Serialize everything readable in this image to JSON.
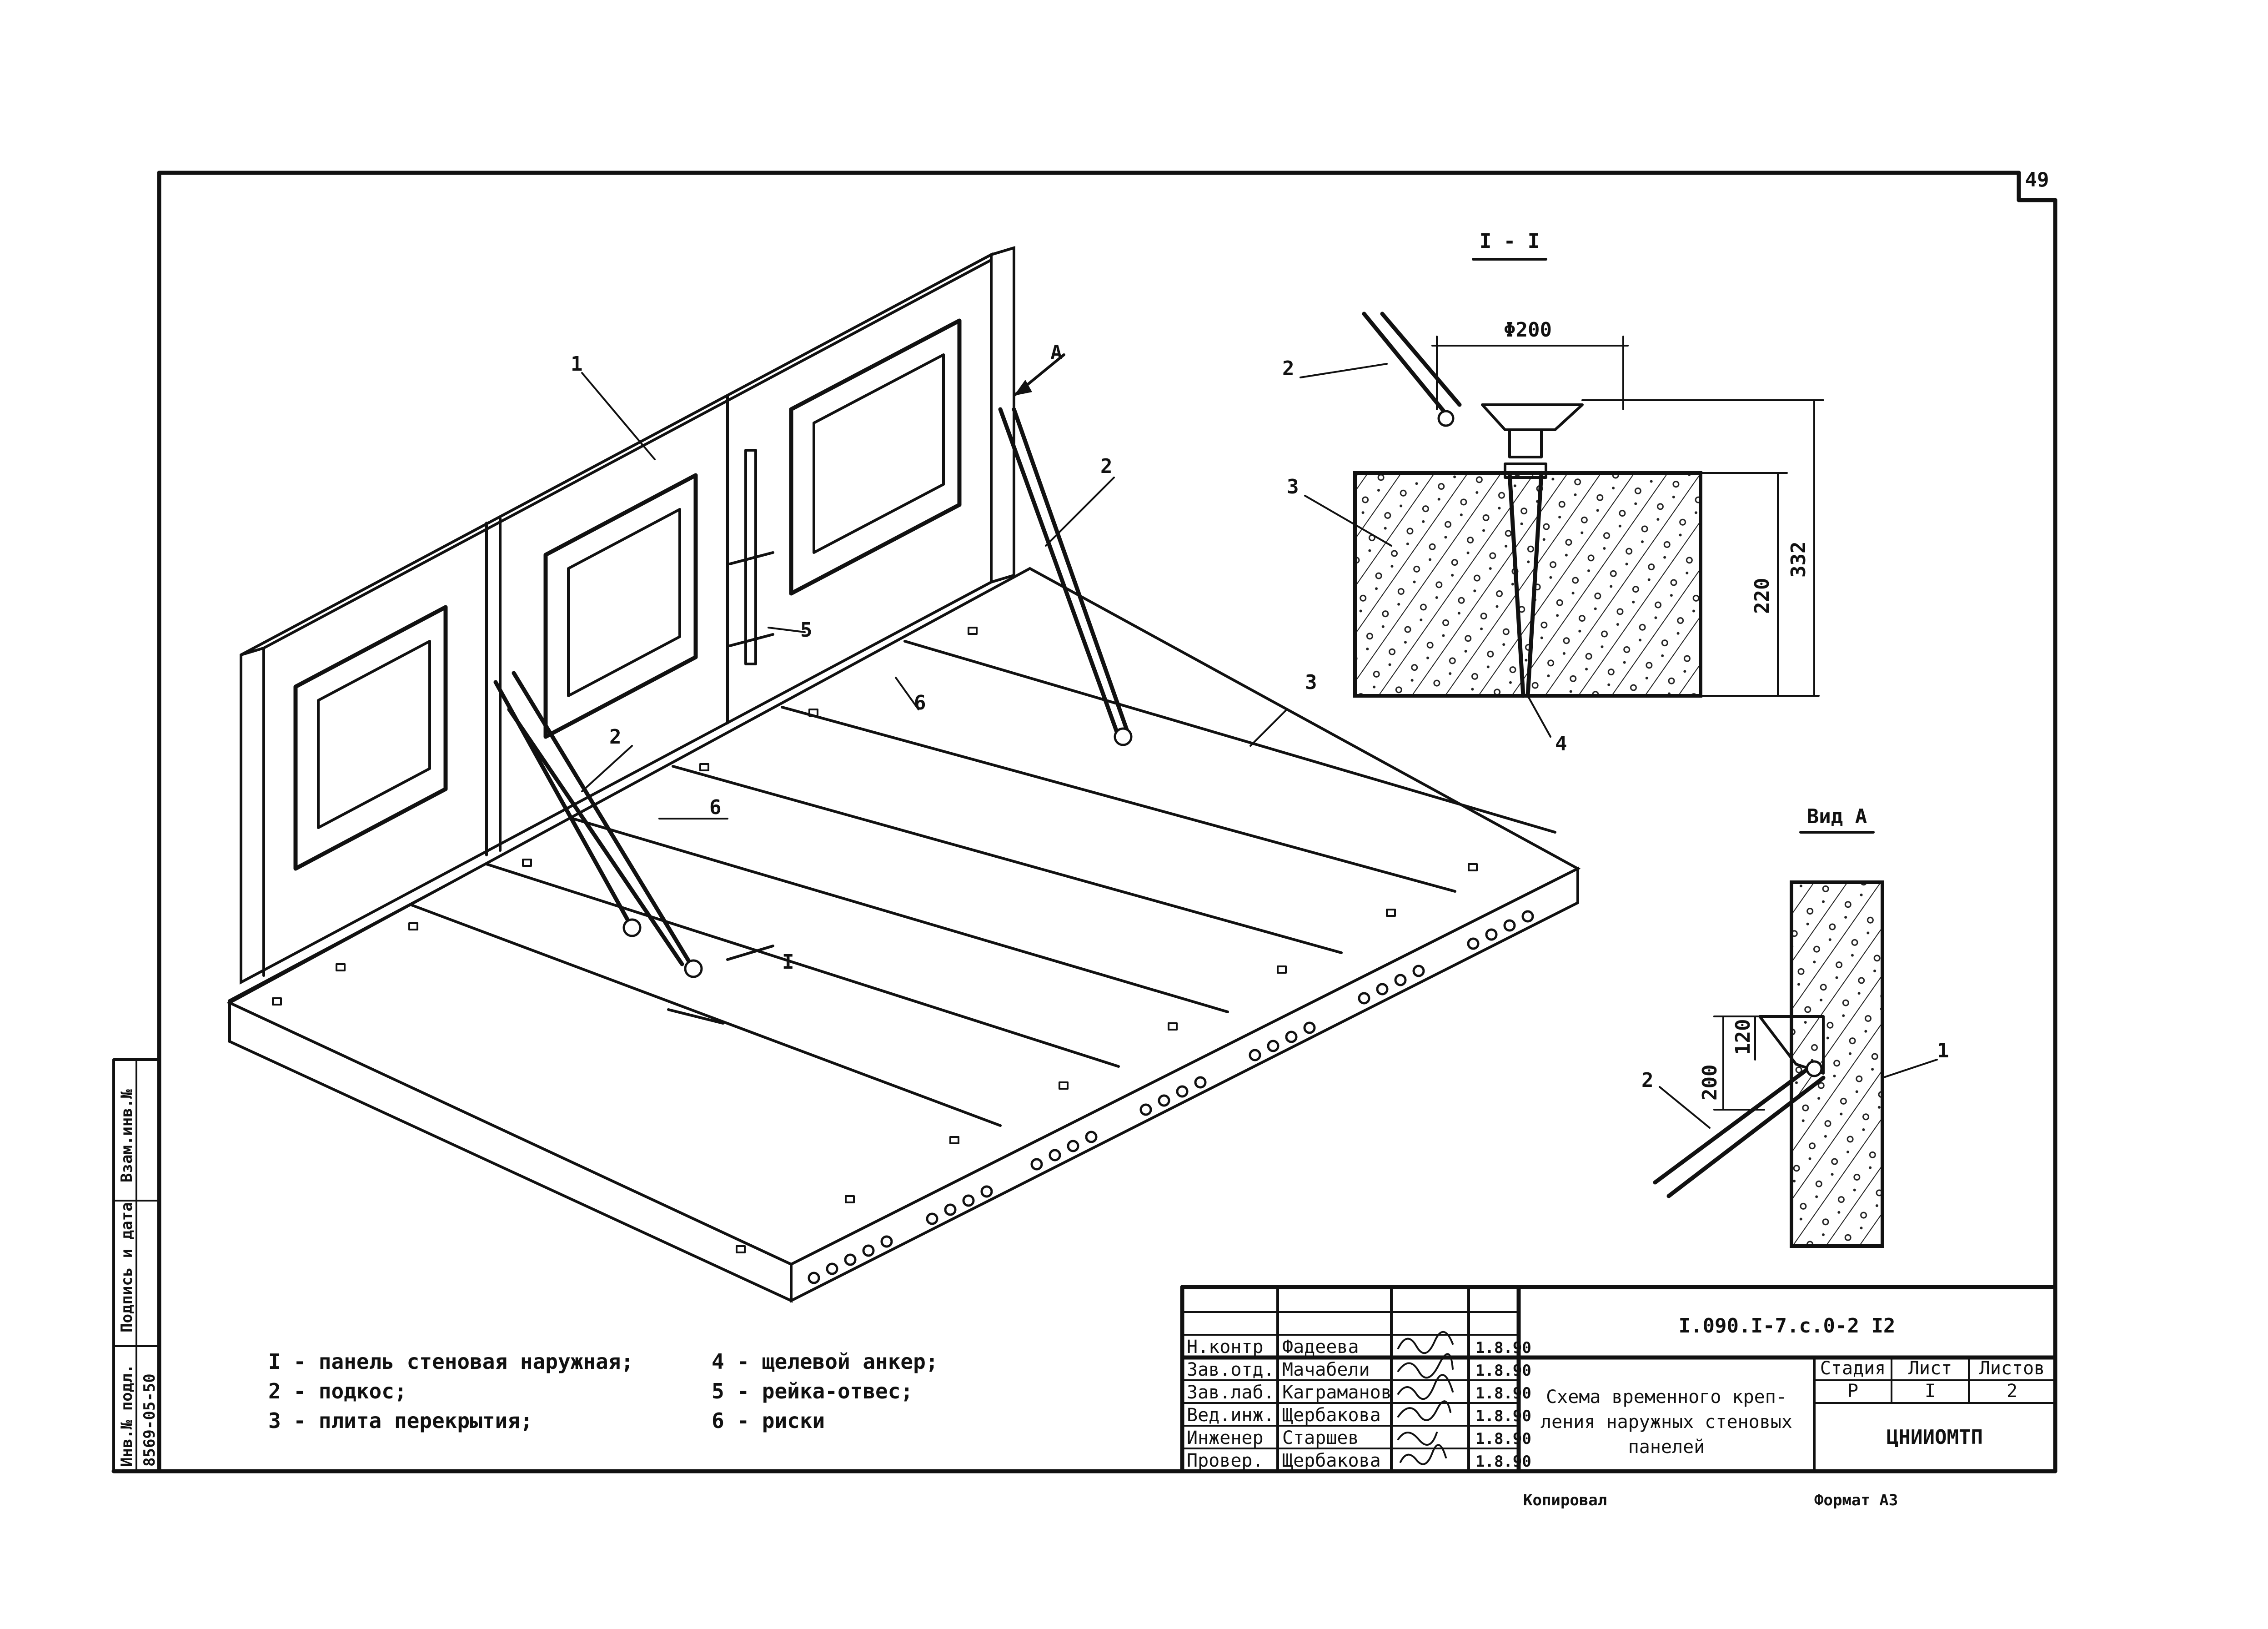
{
  "sheet": {
    "page_number": "49",
    "section_title": "I - I",
    "view_title": "Вид А",
    "callouts": {
      "panel": "1",
      "brace_left": "2",
      "brace_right": "2",
      "slab": "3",
      "plumb": "5",
      "mark_left": "6",
      "mark_right": "6",
      "view_arrow": "А",
      "cut_mark": "I"
    },
    "section_callouts": {
      "brace": "2",
      "slab": "3",
      "anchor": "4"
    },
    "view_callouts": {
      "panel": "1",
      "brace": "2"
    },
    "dimensions": {
      "diameter": "Φ200",
      "h220": "220",
      "h332": "332",
      "v200": "200",
      "v120": "120"
    }
  },
  "legend": {
    "left": [
      "I - панель стеновая наружная;",
      "2 - подкос;",
      "3 - плита перекрытия;"
    ],
    "right": [
      "4 - щелевой анкер;",
      "5 - рейка-отвес;",
      "6 - риски"
    ]
  },
  "stamp": {
    "doc_code": "I.090.I-7.с.0-2 I2",
    "title_line1": "Схема временного креп-",
    "title_line2": "ления наружных стеновых",
    "title_line3": "панелей",
    "org": "ЦНИИОМТП",
    "header_cols": [
      "Стадия",
      "Лист",
      "Листов"
    ],
    "header_vals": [
      "Р",
      "I",
      "2"
    ],
    "rows": [
      {
        "role": "Н.контр",
        "name": "Фадеева",
        "date": "1.8.90"
      },
      {
        "role": "Зав.отд.",
        "name": "Мачабели",
        "date": "1.8.90"
      },
      {
        "role": "Зав.лаб.",
        "name": "Каграманов",
        "date": "1.8.90"
      },
      {
        "role": "Вед.инж.",
        "name": "Щербакова",
        "date": "1.8.90"
      },
      {
        "role": "Инженер",
        "name": "Старшев",
        "date": "1.8.90"
      },
      {
        "role": "Провер.",
        "name": "Щербакова",
        "date": "1.8.90"
      }
    ],
    "below_left": "Копировал",
    "below_right": "Формат А3"
  },
  "side_stamp": {
    "inv_replace": "Взам.инв.№",
    "sign_date": "Подпись и дата",
    "inv_orig": "Инв.№ подл.",
    "inv_number": "8569-05-50"
  }
}
